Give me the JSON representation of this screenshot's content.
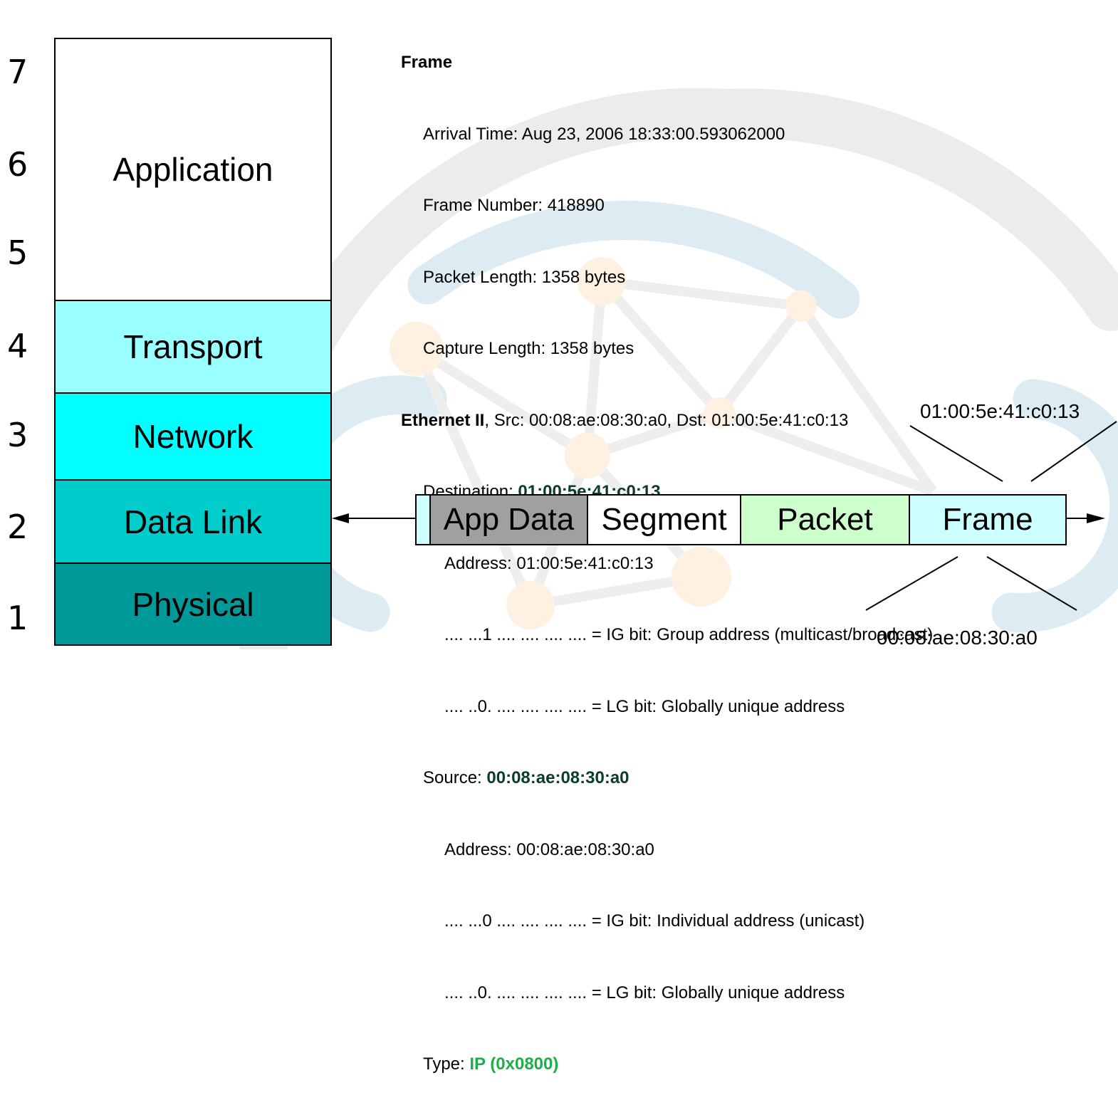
{
  "osi": {
    "numbers": [
      "7",
      "6",
      "5",
      "4",
      "3",
      "2",
      "1"
    ],
    "layers": {
      "application": "Application",
      "transport": "Transport",
      "network": "Network",
      "datalink": "Data Link",
      "physical": "Physical"
    },
    "colors": {
      "application": "#ffffff",
      "transport": "#99ffff",
      "network": "#00ffff",
      "datalink": "#00cccc",
      "physical": "#009999"
    }
  },
  "details": {
    "frame_header": "Frame",
    "arrival_time": "Arrival Time: Aug 23, 2006 18:33:00.593062000",
    "frame_number": "Frame Number: 418890",
    "packet_length": "Packet Length: 1358 bytes",
    "capture_length": "Capture Length: 1358 bytes",
    "ethernet_label": "Ethernet II",
    "ethernet_rest": ", Src: 00:08:ae:08:30:a0, Dst: 01:00:5e:41:c0:13",
    "destination_label": "Destination: ",
    "destination_value": "01:00:5e:41:c0:13",
    "dest_address": "Address: 01:00:5e:41:c0:13",
    "dest_ig": ".... ...1 .... .... .... .... = IG bit: Group address (multicast/broadcast)",
    "dest_lg": ".... ..0. .... .... .... .... = LG bit: Globally unique address",
    "source_label": "Source: ",
    "source_value": "00:08:ae:08:30:a0",
    "src_address": "Address: 00:08:ae:08:30:a0",
    "src_ig": ".... ...0 .... .... .... .... = IG bit: Individual address (unicast)",
    "src_lg": ".... ..0. .... .... .... .... = LG bit: Globally unique address",
    "type_label": "Type: ",
    "type_value": "IP (0x0800)"
  },
  "encapsulation": {
    "app_data": "App Data",
    "segment": "Segment",
    "packet": "Packet",
    "frame": "Frame",
    "colors": {
      "edge": "#ccffff",
      "app_data": "#a0a0a0",
      "segment": "#ffffff",
      "packet": "#ccffcc",
      "frame": "#ccffff"
    }
  },
  "addresses": {
    "destination": "01:00:5e:41:c0:13",
    "source": "00:08:ae:08:30:a0"
  }
}
